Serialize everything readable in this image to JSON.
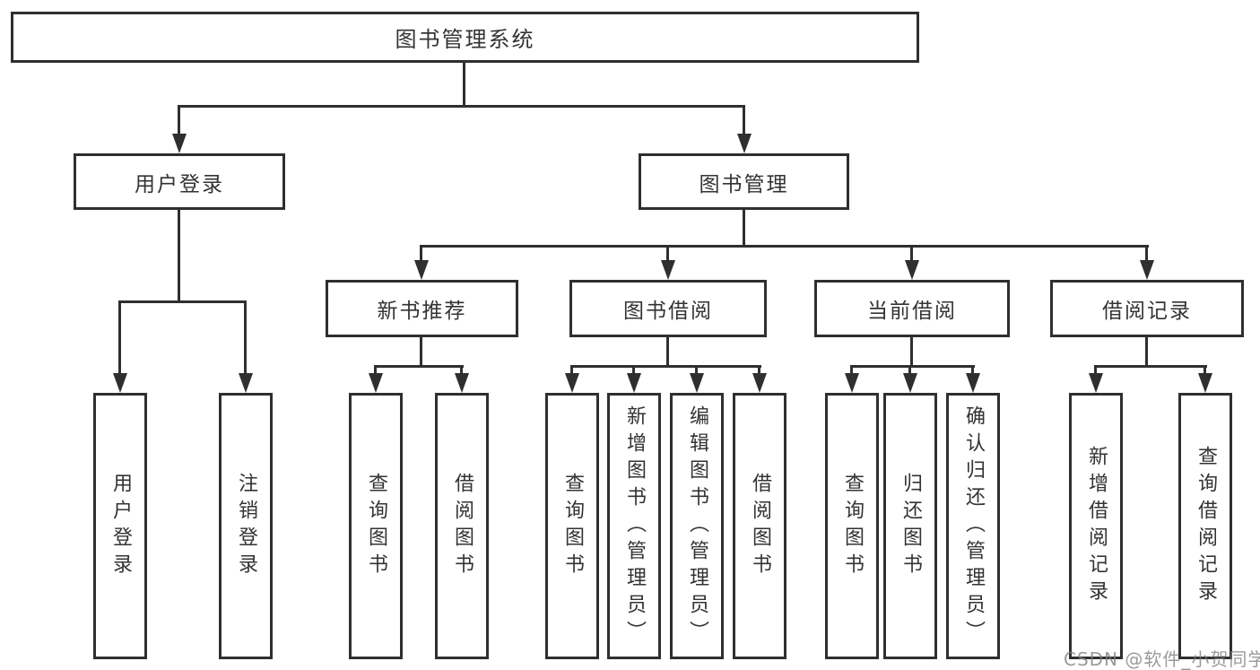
{
  "diagram_type": "hierarchy-org-chart",
  "colors": {
    "background": "#ffffff",
    "line": "#2f2f2f",
    "box_border": "#2f2f2f",
    "text": "#333333",
    "watermark": "#7d7d7d"
  },
  "tree": {
    "label": "图书管理系统",
    "children": [
      {
        "label": "用户登录",
        "children": [
          {
            "label": "用户登录"
          },
          {
            "label": "注销登录"
          }
        ]
      },
      {
        "label": "图书管理",
        "children": [
          {
            "label": "新书推荐",
            "children": [
              {
                "label": "查询图书"
              },
              {
                "label": "借阅图书"
              }
            ]
          },
          {
            "label": "图书借阅",
            "children": [
              {
                "label": "查询图书"
              },
              {
                "label": "新增图书（管理员）"
              },
              {
                "label": "编辑图书（管理员）"
              },
              {
                "label": "借阅图书"
              }
            ]
          },
          {
            "label": "当前借阅",
            "children": [
              {
                "label": "查询图书"
              },
              {
                "label": "归还图书"
              },
              {
                "label": "确认归还（管理员）"
              }
            ]
          },
          {
            "label": "借阅记录",
            "children": [
              {
                "label": "新增借阅记录"
              },
              {
                "label": "查询借阅记录"
              }
            ]
          }
        ]
      }
    ]
  },
  "watermark": {
    "text": "CSDN @软件_小贺同学"
  }
}
